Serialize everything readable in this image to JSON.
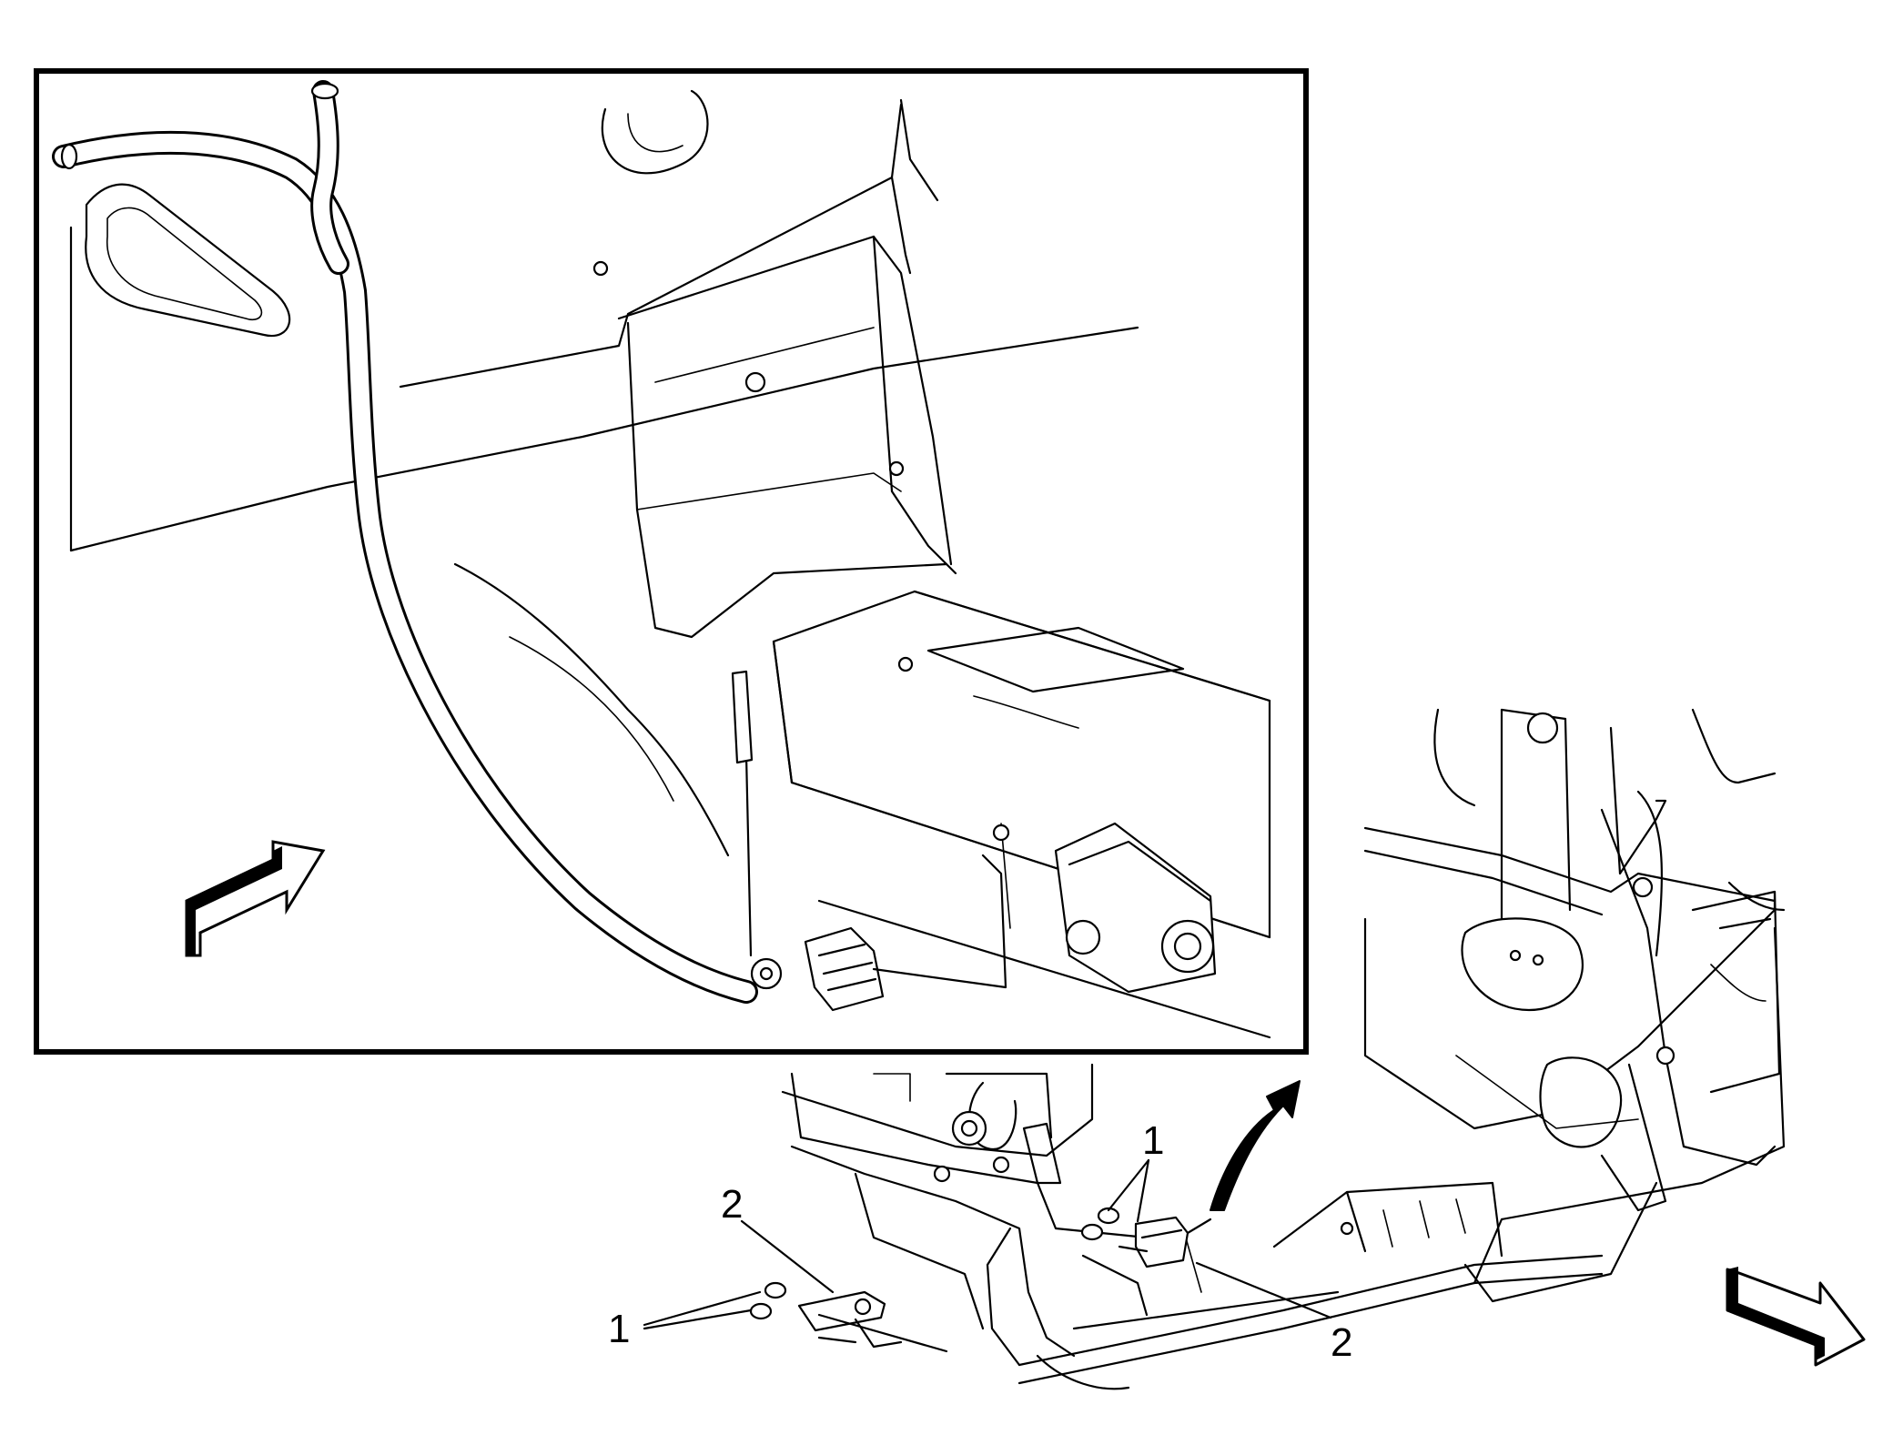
{
  "callouts": {
    "detail_fastener_left": "1",
    "detail_fastener_right": "1",
    "detail_sensor_left": "2",
    "detail_sensor_right": "2"
  },
  "icons": {
    "inset_direction": "forward-arrow-icon",
    "main_direction": "forward-arrow-icon",
    "zoom_direction": "curved-arrow-icon"
  },
  "colors": {
    "line": "#000000",
    "background": "#ffffff"
  }
}
